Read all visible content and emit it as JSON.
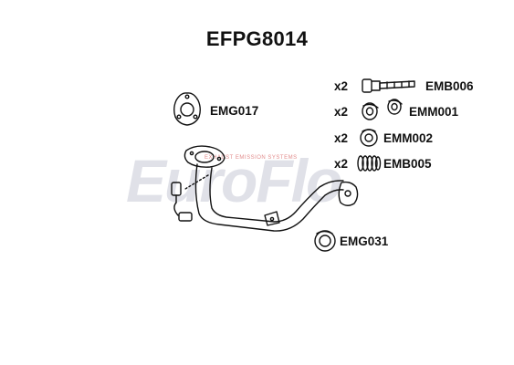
{
  "title": "EFPG8014",
  "watermark": {
    "brand": "EuroFlo",
    "tagline": "EXHAUST EMISSION SYSTEMS"
  },
  "parts": [
    {
      "code": "EMG017",
      "qty": "",
      "icon": "three-bolt-flange-gasket-icon"
    },
    {
      "code": "EMB006",
      "qty": "x2",
      "icon": "bolt-icon"
    },
    {
      "code": "EMM001",
      "qty": "x2",
      "icon": "mounting-rubber-icon"
    },
    {
      "code": "EMM002",
      "qty": "x2",
      "icon": "ring-mount-icon"
    },
    {
      "code": "EMB005",
      "qty": "x2",
      "icon": "spring-icon"
    },
    {
      "code": "EMG031",
      "qty": "",
      "icon": "ring-gasket-icon"
    }
  ],
  "main_part": {
    "icon": "front-exhaust-pipe-with-lambda-sensor-icon"
  },
  "colors": {
    "line": "#111111",
    "watermark": "#3c466e",
    "accent": "#c82828"
  }
}
